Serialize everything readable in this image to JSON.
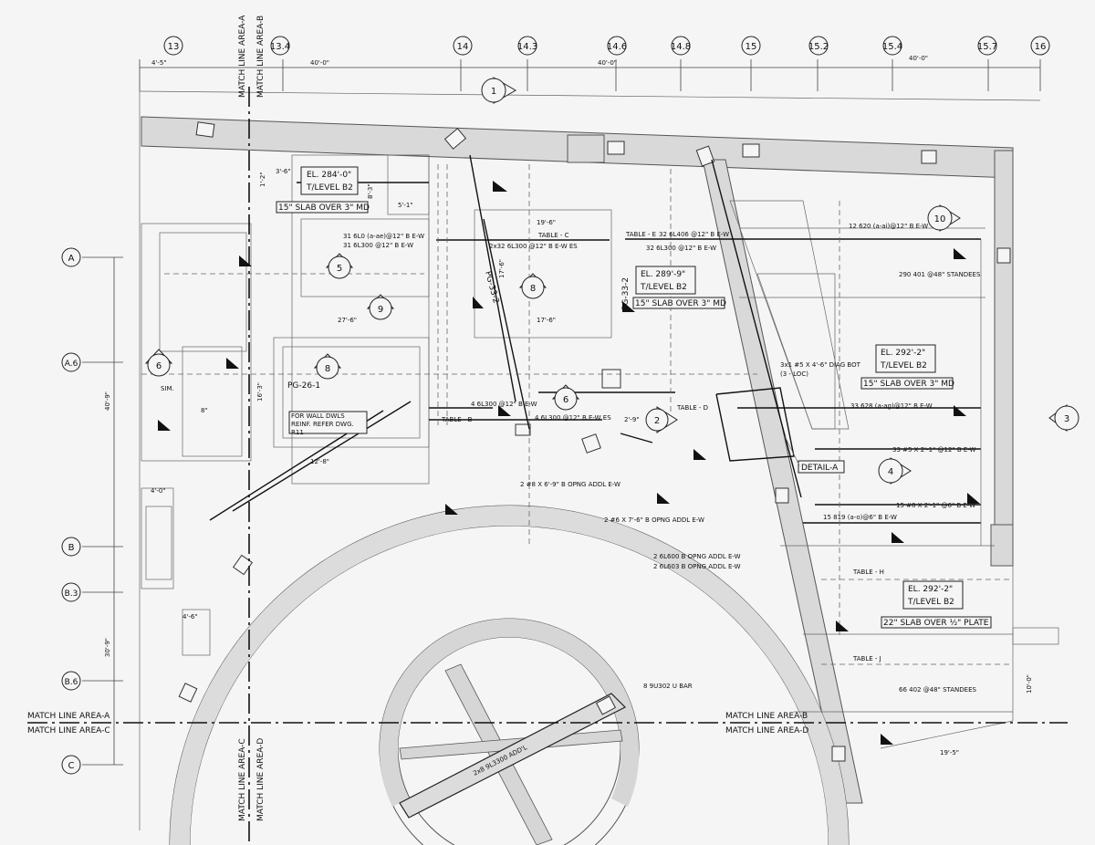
{
  "grid": {
    "columns": [
      "13",
      "13.4",
      "14",
      "14.3",
      "14.6",
      "14.8",
      "15",
      "15.2",
      "15.4",
      "15.7",
      "16"
    ],
    "rows": [
      "A",
      "A.6",
      "B",
      "B.3",
      "B.6",
      "C"
    ],
    "top_dims": [
      "4'-5\"",
      "40'-0\"",
      "40'-0\"",
      "40'-0\""
    ],
    "left_dims": [
      "40'-9\"",
      "30'-9\""
    ]
  },
  "match_lines": {
    "top_a": "MATCH LINE AREA-A",
    "top_b": "MATCH LINE AREA-B",
    "bottom_c": "MATCH LINE AREA-C",
    "bottom_d": "MATCH LINE AREA-D",
    "left_a": "MATCH LINE AREA-A",
    "left_c": "MATCH LINE AREA-C",
    "right_b": "MATCH LINE AREA-B",
    "right_d": "MATCH LINE AREA-D"
  },
  "section_markers": [
    "1",
    "2",
    "3",
    "4",
    "5",
    "6",
    "6",
    "8",
    "8",
    "9",
    "10"
  ],
  "elevation_tags": [
    {
      "el": "EL. 284'-0\"",
      "level": "T/LEVEL B2"
    },
    {
      "el": "EL. 289'-9\"",
      "level": "T/LEVEL B2"
    },
    {
      "el": "EL. 292'-2\"",
      "level": "T/LEVEL B2"
    },
    {
      "el": "EL. 292'-2\"",
      "level": "T/LEVEL B2"
    }
  ],
  "slab_notes": {
    "s1": "15\" SLAB OVER 3\" MD",
    "s2": "15\" SLAB OVER 3\" MD",
    "s3": "15\" SLAB OVER 3\" MD",
    "s4": "22\" SLAB OVER ½\" PLATE"
  },
  "rebar_callouts": {
    "r1": "31 6L0 (a-ae)@12\" B E-W",
    "r2": "31 6L300 @12\" B E-W",
    "r3": "2x32 6L300 @12\" B E-W ES",
    "r4": "TABLE - C",
    "r5": "TABLE - E",
    "r6": "32 6L406 @12\" B E-W",
    "r7": "32 6L300 @12\" B E-W",
    "r8": "12 620 (a-ai)@12\" B E-W",
    "r9": "290 401 @48\" STANDEES",
    "r10": "3x1 #5 X 4'-6\" DIAG BOT",
    "r11": "(3 - LOC)",
    "r12": "33 628 (a-ag)@12\" B E-W",
    "r13": "TABLE - D",
    "r14": "4 6L300 @12\" B E-W",
    "r15": "4 6L300 @12\" B E-W ES",
    "r16": "TABLE - B",
    "r17": "33 #5 X 2'-1\" @12\" B E-W",
    "r18": "15 #8 X 2'-1\" @6\" B E-W",
    "r19": "15 819 (a-o)@6\" B E-W",
    "r20": "2 #8 X 6'-9\" B OPNG ADDL E-W",
    "r21": "2 #6 X 7'-6\" B OPNG ADDL E-W",
    "r22": "2 6L600 B OPNG ADDL E-W",
    "r23": "2 6L603 B OPNG ADDL E-W",
    "r24": "TABLE - H",
    "r25": "TABLE - J",
    "r26": "66 402 @48\" STANDEES",
    "r27": "8 9U302 U BAR",
    "r28": "2x8 9L3300 ADD'L"
  },
  "beam_labels": {
    "pg1": "PG-33-2",
    "pg2": "PG-33-2",
    "pg3": "PG-26-1"
  },
  "dims": {
    "d1": "19'-6\"",
    "d2": "17'-6\"",
    "d3": "17'-6\"",
    "d4": "27'-6\"",
    "d5": "12'-8\"",
    "d6": "16'-3\"",
    "d7": "5'-1\"",
    "d8": "8'-3\"",
    "d9": "3'-6\"",
    "d10": "2'-9\"",
    "d11": "4'-0\"",
    "d12": "4'-6\"",
    "d13": "8\"",
    "d14": "10'-0\"",
    "d15": "19'-5\"",
    "d16": "1'-2\"",
    "d17": "SIM."
  },
  "notes": {
    "wall_dowels": "FOR WALL DWLS REINF. REFER DWG. R11",
    "detail": "DETAIL-A"
  }
}
